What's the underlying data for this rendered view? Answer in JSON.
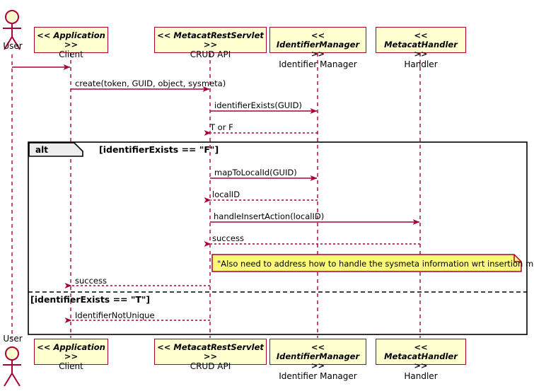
{
  "diagram": {
    "type": "uml-sequence-diagram",
    "background": "#FFFFFF",
    "colors": {
      "line": "#A80036",
      "box_fill": "#FEFECE",
      "note_fill": "#FBFB77",
      "frame_border": "#000000",
      "tab_fill": "#EEEEEE",
      "text": "#000000"
    }
  },
  "actor": {
    "name": "User",
    "top_label": "User",
    "bottom_label": "User"
  },
  "participants": [
    {
      "id": "client",
      "stereotype": "<< Application >>",
      "name": "Client"
    },
    {
      "id": "crud",
      "stereotype": "<< MetacatRestServlet >>",
      "name": "CRUD API"
    },
    {
      "id": "idmgr",
      "stereotype": "<< IdentifierManager >>",
      "name": "Identifier Manager"
    },
    {
      "id": "handler",
      "stereotype": "<< MetacatHandler >>",
      "name": "Handler"
    }
  ],
  "messages": [
    {
      "id": "m0",
      "label": "",
      "from": "user",
      "to": "client",
      "kind": "call"
    },
    {
      "id": "m1",
      "label": "create(token, GUID, object, sysmeta)",
      "from": "client",
      "to": "crud",
      "kind": "call"
    },
    {
      "id": "m2",
      "label": "identifierExists(GUID)",
      "from": "crud",
      "to": "idmgr",
      "kind": "call"
    },
    {
      "id": "m3",
      "label": "T or F",
      "from": "idmgr",
      "to": "crud",
      "kind": "return"
    },
    {
      "id": "m4",
      "label": "mapToLocalId(GUID)",
      "from": "crud",
      "to": "idmgr",
      "kind": "call"
    },
    {
      "id": "m5",
      "label": "localID",
      "from": "idmgr",
      "to": "crud",
      "kind": "return"
    },
    {
      "id": "m6",
      "label": "handleInsertAction(localID)",
      "from": "crud",
      "to": "handler",
      "kind": "call"
    },
    {
      "id": "m7",
      "label": "success",
      "from": "handler",
      "to": "crud",
      "kind": "return"
    },
    {
      "id": "m8",
      "label": "success",
      "from": "crud",
      "to": "client",
      "kind": "return"
    },
    {
      "id": "m9",
      "label": "IdentifierNotUnique",
      "from": "crud",
      "to": "client",
      "kind": "return"
    }
  ],
  "fragment": {
    "operator": "alt",
    "branches": [
      {
        "condition": "[identifierExists == \"F\"]"
      },
      {
        "condition": "[identifierExists == \"T\"]"
      }
    ]
  },
  "note": {
    "text": "\"Also need to address how to handle the sysmeta information wrt insertion methods\""
  }
}
